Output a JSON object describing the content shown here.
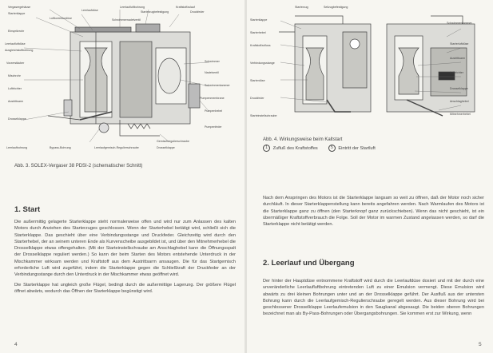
{
  "left": {
    "caption": "Abb. 3.  SOLEX-Vergaser 38 PDSI-2 (schematischer Schnitt)",
    "section_title": "1.  Start",
    "paragraphs": [
      "Die außermittig gelagerte Starterklappe steht normalerweise offen und wird nur zum Anlassen des kalten Motors durch Anziehen des Starterzuges geschlossen. Wenn der Starterhebel betätigt wird, schließt sich die Starterklappe. Das geschieht über eine Verbindungsstange und Druckfeder. Gleichzeitig wird durch den Starterhebel, der an seinem unteren Ende als Kurvenscheibe ausgebildet ist, und über den Mitnehmerhebel die Drosselklappe etwas offengehalten. (Mit der Starteinstellschraube am Anschlaghebel kann die Öffnungsspalt der Drosselklappe reguliert werden.) So kann der beim Starten des Motors entstehende Unterdruck in der Mischkammer wirksam werden und Kraftstoff aus dem Austrittsarm ansaugen. Die für das Startgemisch erforderliche Luft wird zugeführt, indem die Starterklappe gegen die Schließkraft der Druckfeder an der Verbindungsstange durch den Unterdruck in der Mischkammer etwas geöffnet wird.",
      "Die Starterklappe hat ungleich große Flügel, bedingt durch die außermittige Lagerung. Der größere Flügel öffnet abwärts, wodurch das Öffnen der Starterklappe begünstigt wird."
    ],
    "page_number": "4",
    "figure_labels": {
      "top": [
        "Vergasergehäuse",
        "Starterklappe",
        "Luftkorrekturdüse",
        "Leerlaufdüse",
        "Leerlaufluftbohrung",
        "Starterzugbefestigung",
        "Schwimmernadelventil",
        "Kraftstoffzulauf",
        "Druckfeder"
      ],
      "left": [
        "Starterklappe",
        "Einspritzrohr",
        "Leerlaufluftdüse",
        "Ausgleichsluftbohrung",
        "Vorzerstäuber",
        "Mischrohr",
        "Lufttrichter",
        "Drosselklappe",
        "Austrittsarm"
      ],
      "right": [
        "Schwimmer",
        "Nadelventil",
        "Schwimmerkammer",
        "Pumpenmembrane",
        "Pumpenhebel",
        "Pumpenfeder"
      ],
      "bottom": [
        "Leerlaufbohrung",
        "Bypass-Bohrung",
        "Leerlaufgemisch-Regulierschraube",
        "Drosselklappe",
        "Gemischregulierschraube"
      ]
    }
  },
  "right": {
    "figure_labels": {
      "left": [
        "Starterklappe",
        "Starterhebel",
        "Kraftstoffzufluss",
        "Verbindungsstange",
        "Starterdüse",
        "Druckfeder",
        "Starteinstellschraube"
      ],
      "right": [
        "Schwimmerkammer",
        "Starterluftdüse",
        "Austrittsarm",
        "Lufttrichter",
        "Drosselklappe",
        "Anschlaghebel",
        "Mitnehmerhebel"
      ],
      "top": [
        "Starterzug",
        "Seilzugbefestigung"
      ]
    },
    "figure_caption": "Abb. 4.  Wirkungsweise beim Kaltstart",
    "legend": [
      {
        "symbol": "1",
        "text": "Zufluß des Kraftstoffes"
      },
      {
        "symbol": "5",
        "text": "Eintritt der Startluft"
      }
    ],
    "intro_paragraph": "Nach dem Anspringen des Motors ist die Starterklappe langsam so weit zu öffnen, daß der Motor noch sicher durchläuft. In dieser Starterklappenstellung kann bereits angefahren werden. Nach Warmlaufen des Motors ist die Starterklappe ganz zu öffnen (den Starterknopf ganz zurückschieben). Wenn das nicht geschieht, ist ein übermäßiger Kraftstoffverbrauch die Folge. Soll der Motor im warmen Zustand angelassen werden, so darf die Starterklappe nicht betätigt werden.",
    "section_title": "2.  Leerlauf und Übergang",
    "paragraph2": "Der hinter der Hauptdüse entnommene Kraftstoff wird durch die Leerlaufdüse dosiert und mit der durch eine unveränderliche Leerlaufluftbohrung eintretenden Luft zu einer Emulsion vermengt. Diese Emulsion wird abwärts zu drei kleinen Bohrungen unter und an der Drosselklappe geführt. Der Ausfluß aus der untersten Bohrung kann durch die Leerlaufgemisch-Regulierschraube geregelt werden. Aus dieser Bohrung wird bei geschlossener Drosselklappe Leerlaufemulsion in den Saugkanal abgesaugt. Die beiden oberen Bohrungen bezeichnet man als By-Pass-Bohrungen oder Übergangsbohrungen. Sie kommen erst zur Wirkung, wenn",
    "page_number": "5"
  }
}
